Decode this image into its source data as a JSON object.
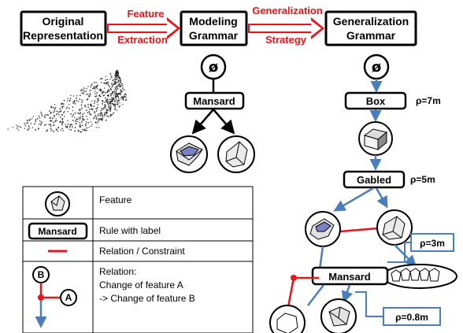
{
  "pipeline": {
    "original_l1": "Original",
    "original_l2": "Representation",
    "modeling_l1": "Modeling",
    "modeling_l2": "Grammar",
    "generalization_l1": "Generalization",
    "generalization_l2": "Grammar",
    "arrow1_top": "Feature",
    "arrow1_bottom": "Extraction",
    "arrow2_top": "Generalization",
    "arrow2_bottom": "Strategy"
  },
  "modeling": {
    "start_symbol": "ø",
    "rule": "Mansard"
  },
  "generalization": {
    "start_symbol": "ø",
    "box_rule": "Box",
    "box_rho": "ρ=7m",
    "gabled_rule": "Gabled",
    "gabled_rho": "ρ=5m",
    "rho_3": "ρ=3m",
    "mansard_rule": "Mansard",
    "rho_08": "ρ=0.8m"
  },
  "legend": {
    "feature": "Feature",
    "rule_sample": "Mansard",
    "rule_desc": "Rule with label",
    "relation_desc": "Relation / Constraint",
    "sample_b": "B",
    "sample_a": "A",
    "rel_l1": "Relation:",
    "rel_l2": "Change of feature A",
    "rel_l3": "-> Change of feature B"
  },
  "colors": {
    "accent_red": "#e8141c",
    "arrow_blue": "#4a7ebb",
    "roof_purple": "#7b7fc4"
  }
}
